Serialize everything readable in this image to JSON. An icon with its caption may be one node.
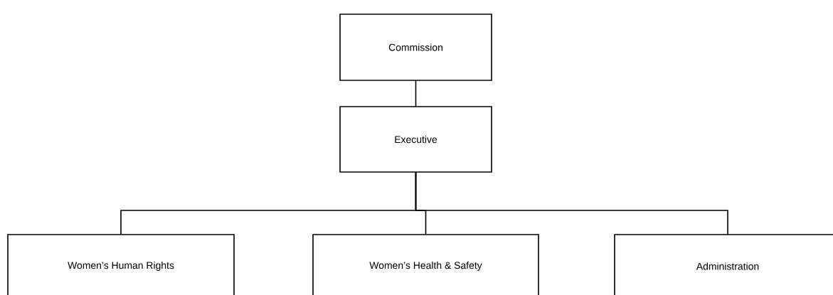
{
  "diagram": {
    "nodes": [
      {
        "text": [
          "Commission"
        ]
      },
      {
        "text": [
          "Executive"
        ]
      },
      {
        "text": [
          "Women’s Human Rights"
        ]
      },
      {
        "text": [
          "Women’s Health & Safety"
        ]
      },
      {
        "text": [
          "Administration"
        ]
      }
    ],
    "edges": [
      {
        "from": 0,
        "to": 1,
        "arrow": "none"
      },
      {
        "from": 1,
        "to": 2,
        "arrow": "none"
      },
      {
        "from": 1,
        "to": 3,
        "arrow": "none"
      },
      {
        "from": 1,
        "to": 4,
        "arrow": "none"
      }
    ]
  }
}
